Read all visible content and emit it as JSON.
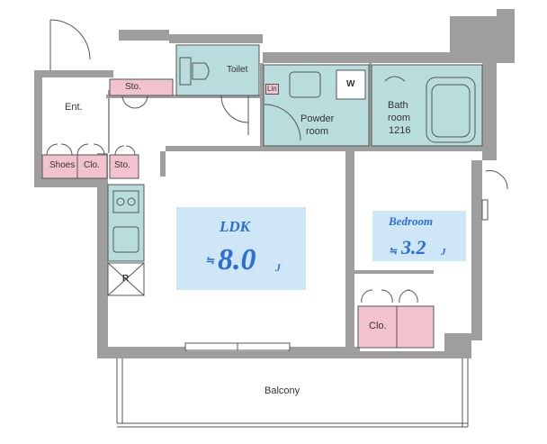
{
  "plan": {
    "rooms": {
      "entrance": "Ent.",
      "storage_top": "Sto.",
      "storage_bottom": "Sto.",
      "shoes": "Shoes",
      "shoes_closet": "Clo.",
      "toilet": "Toilet",
      "linen": "Lin",
      "powder_line1": "Powder",
      "powder_line2": "room",
      "washer": "W",
      "bath_line1": "Bath",
      "bath_line2": "room",
      "bath_size": "1216",
      "fridge": "R",
      "closet": "Clo.",
      "balcony": "Balcony"
    },
    "ldk": {
      "name": "LDK",
      "approx": "≒",
      "size": "8.0",
      "unit": "J"
    },
    "bedroom": {
      "name": "Bedroom",
      "approx": "≒",
      "size": "3.2",
      "unit": "J"
    },
    "colors": {
      "wall": "#9e9e9e",
      "wet_area": "#b9dcdc",
      "storage": "#f3c2cf",
      "room_highlight": "#cfe6f7",
      "text_blue": "#2a6fd6"
    }
  }
}
